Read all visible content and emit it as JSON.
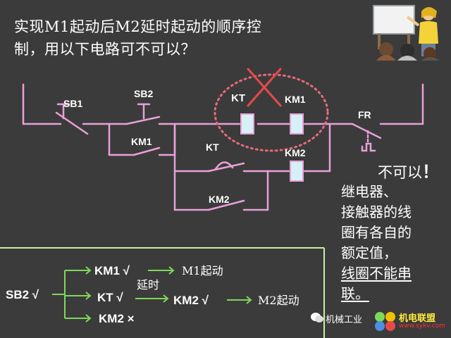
{
  "question": {
    "line1": "实现M1起动后M2延时起动的顺序控",
    "line2": "制，用以下电路可不可以？"
  },
  "circuit": {
    "sb1": "SB1",
    "sb2": "SB2",
    "km1_contact": "KM1",
    "kt_contact": "KT",
    "km2_contact": "KM2",
    "kt_coil": "KT",
    "km1_coil": "KM1",
    "km2_coil": "KM2",
    "fr": "FR"
  },
  "answer": {
    "text": "不可以",
    "mark": "！"
  },
  "explanation": {
    "line1": "继电器、",
    "line2": "接触器的线",
    "line3": "圈有各自的",
    "line4": "额定值，",
    "line5": "线圈不能串",
    "line6": "联。"
  },
  "flow": {
    "sb2": "SB2 √",
    "km1": "KM1 √",
    "m1": "M1起动",
    "kt": "KT √",
    "delay": "延时",
    "km2_ok": "KM2 √",
    "m2": "M2起动",
    "km2_no": "KM2 ×"
  },
  "watermark": {
    "text": "机械工业",
    "site": "机电联盟",
    "url": "www.sykv.com"
  },
  "colors": {
    "wire": "#e8a0d8",
    "coil": "#d6f0f8",
    "arrow": "#7ed957",
    "cross": "#e84a4a",
    "box": "#c8f0a0"
  }
}
